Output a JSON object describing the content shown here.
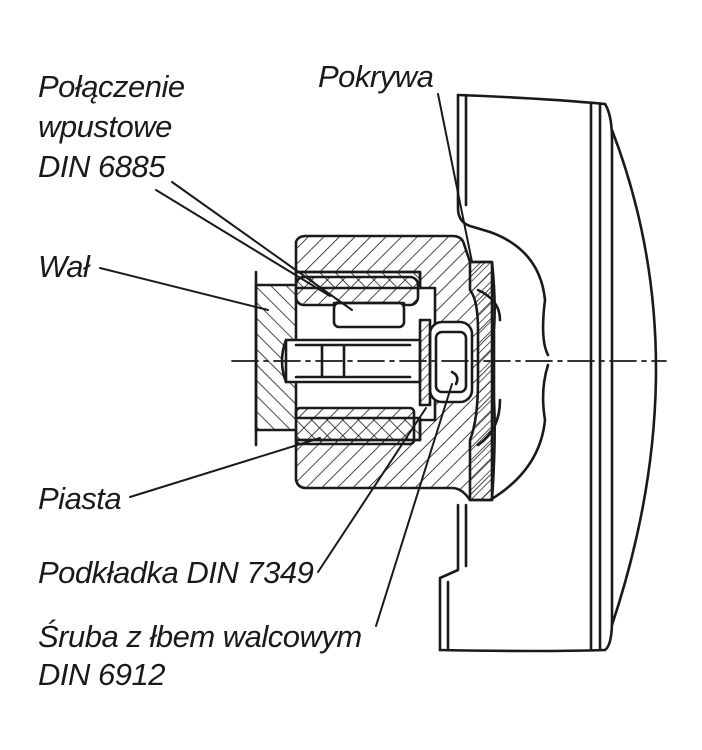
{
  "labels": {
    "connection_line1": "Połączenie",
    "connection_line2": "wpustowe",
    "connection_line3": "DIN 6885",
    "cover": "Pokrywa",
    "shaft": "Wał",
    "hub": "Piasta",
    "washer": "Podkładka DIN 7349",
    "screw_line1": "Śruba z łbem walcowym",
    "screw_line2": "DIN 6912"
  },
  "colors": {
    "ink": "#1a1a1a",
    "background": "#ffffff"
  }
}
